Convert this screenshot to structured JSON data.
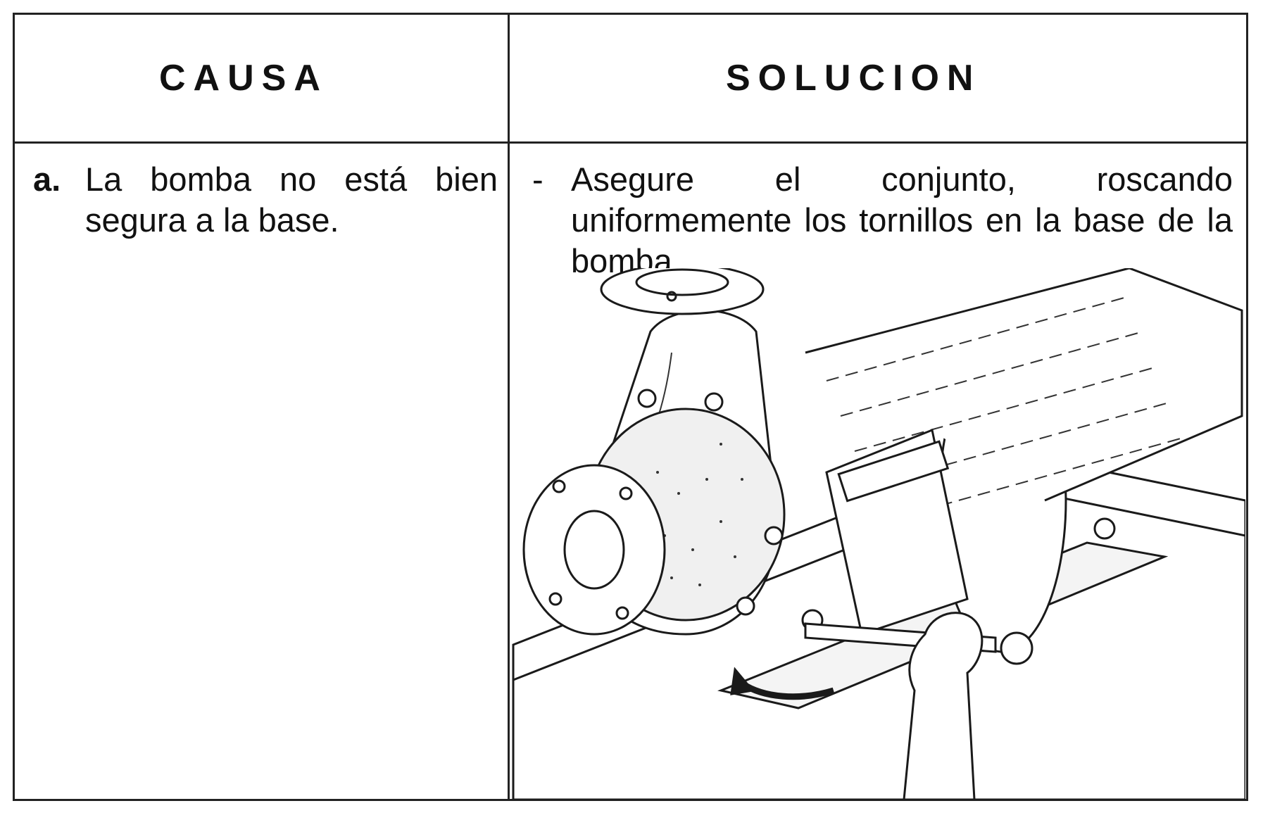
{
  "table": {
    "header_cause": "CAUSA",
    "header_solution": "SOLUCION"
  },
  "row": {
    "cause_letter": "a.",
    "cause_text": "La bomba no está bien segura a la base.",
    "solution_dash": "-",
    "solution_text": "Asegure el conjunto, roscando uniformemente los tornillos en la base de la bomba."
  },
  "illustration": {
    "subject": "centrifugal-pump-on-base-with-wrench",
    "colors": {
      "ink": "#1a1a1a",
      "paper": "#ffffff",
      "hatch": "#333333"
    }
  }
}
